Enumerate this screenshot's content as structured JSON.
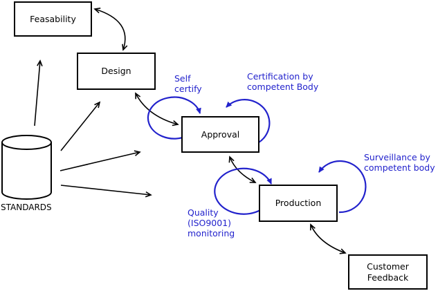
{
  "diagram": {
    "type": "process-flow",
    "nodes": {
      "feasability": {
        "label": "Feasability",
        "shape": "rectangle"
      },
      "design": {
        "label": "Design",
        "shape": "rectangle"
      },
      "approval": {
        "label": "Approval",
        "shape": "rectangle"
      },
      "production": {
        "label": "Production",
        "shape": "rectangle"
      },
      "customer_feedback": {
        "label": "Customer\nFeedback",
        "shape": "rectangle"
      },
      "standards": {
        "label": "STANDARDS",
        "shape": "cylinder"
      }
    },
    "annotations": {
      "self_certify": {
        "text": "Self\ncertify"
      },
      "certification": {
        "text": "Certification by\ncompetent Body"
      },
      "surveillance": {
        "text": "Surveillance by\ncompetent body"
      },
      "quality": {
        "text": "Quality\n(ISO9001)\nmonitoring"
      }
    },
    "edges": [
      {
        "from": "standards",
        "to": "feasability",
        "style": "single-arrow",
        "color": "black"
      },
      {
        "from": "standards",
        "to": "design",
        "style": "single-arrow",
        "color": "black"
      },
      {
        "from": "standards",
        "to": "approval",
        "style": "single-arrow",
        "color": "black"
      },
      {
        "from": "standards",
        "to": "production",
        "style": "single-arrow",
        "color": "black"
      },
      {
        "from": "feasability",
        "to": "design",
        "style": "double-arrow",
        "color": "black"
      },
      {
        "from": "design",
        "to": "approval",
        "style": "double-arrow",
        "color": "black"
      },
      {
        "from": "approval",
        "to": "production",
        "style": "double-arrow",
        "color": "black"
      },
      {
        "from": "production",
        "to": "customer_feedback",
        "style": "double-arrow",
        "color": "black"
      },
      {
        "from": "approval",
        "to": "approval",
        "style": "self-loop",
        "color": "blue",
        "annotation": "self_certify"
      },
      {
        "from": "approval",
        "to": "approval",
        "style": "self-loop",
        "color": "blue",
        "annotation": "certification"
      },
      {
        "from": "production",
        "to": "production",
        "style": "self-loop",
        "color": "blue",
        "annotation": "quality"
      },
      {
        "from": "production",
        "to": "production",
        "style": "self-loop",
        "color": "blue",
        "annotation": "surveillance"
      }
    ],
    "colors": {
      "annotation": "#2222cc",
      "line": "#000000",
      "background": "#ffffff"
    }
  }
}
